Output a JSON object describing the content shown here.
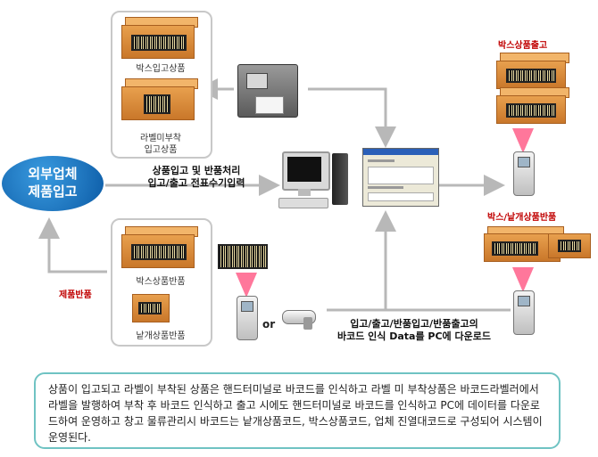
{
  "left_badge": {
    "line1": "외부업체",
    "line2": "제품입고"
  },
  "top_panel": {
    "box_label": "박스입고상품",
    "unlabeled_label_line1": "라벨미부착",
    "unlabeled_label_line2": "입고상품"
  },
  "bottom_panel": {
    "box_label": "박스상품반품",
    "piece_label": "낱개상품반품"
  },
  "return_label": "제품반품",
  "process_label": {
    "line1": "상품입고 및 반품처리",
    "line2": "입고/출고 전표수기입력"
  },
  "download_label": {
    "line1": "입고/출고/반품입고/반품출고의",
    "line2": "바코드 인식 Data를 PC에 다운로드"
  },
  "or_label": "or",
  "right_top_label": "박스상품출고",
  "right_mid_label": "박스/낱개상품반품",
  "note_text": "상품이 입고되고 라벨이 부착된 상품은 핸드터미널로 바코드를 인식하고 라벨 미 부착상품은 바코드라벨러에서 라벨을 발행하여 부착 후 바코드 인식하고 출고 시에도 핸드터미널로 바코드를 인식하고 PC에 데이터를 다운로드하여 운영하고 창고 물류관리시 바코드는 낱개상품코드, 박스상품코드, 업체 진열대코드로 구성되어 시스템이 운영된다.",
  "colors": {
    "arrow": "#b8b8b8",
    "box": "#d88a38",
    "oval": "#1a73c4",
    "red_label": "#c00000",
    "note_border": "#6fc3c3"
  }
}
